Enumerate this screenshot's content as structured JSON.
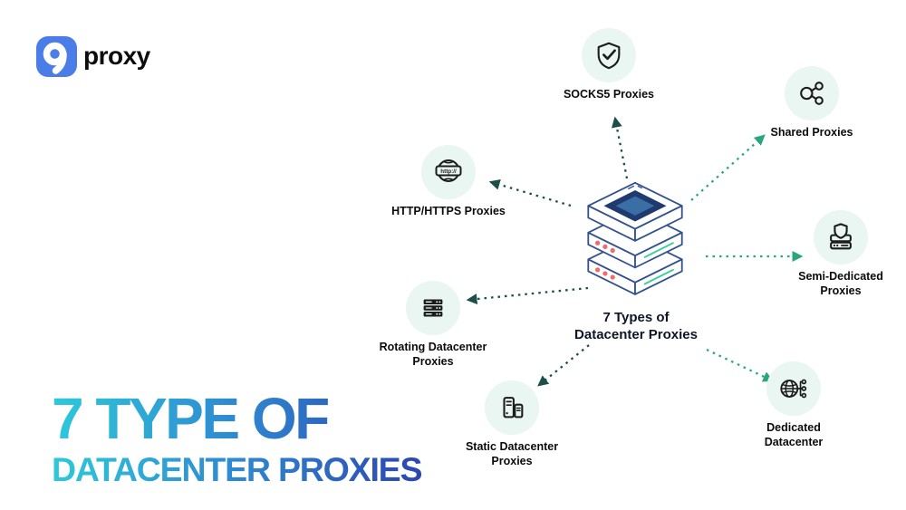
{
  "logo": {
    "brand": "proxy",
    "mark": "9"
  },
  "center": {
    "title": "7 Types of\nDatacenter Proxies"
  },
  "nodes": [
    {
      "id": "socks5-proxies",
      "label": "SOCKS5 Proxies"
    },
    {
      "id": "shared-proxies",
      "label": "Shared Proxies"
    },
    {
      "id": "semi-dedicated-proxies",
      "label": "Semi-Dedicated\nProxies"
    },
    {
      "id": "dedicated-datacenter",
      "label": "Dedicated\nDatacenter"
    },
    {
      "id": "static-datacenter-proxies",
      "label": "Static Datacenter\nProxies"
    },
    {
      "id": "rotating-datacenter-proxies",
      "label": "Rotating Datacenter\nProxies"
    },
    {
      "id": "http-https-proxies",
      "label": "HTTP/HTTPS Proxies",
      "badge": "http://"
    }
  ],
  "poster_title": {
    "line1": "7 TYPE OF",
    "line2": "DATACENTER PROXIES"
  },
  "colors": {
    "logo_blue": "#4a7de8",
    "arrow_teal": "#1c4f4a",
    "arrow_green": "#2aa67f",
    "node_bg": "#e9f6f2",
    "icon_ink": "#1c1c1c",
    "server_outline": "#33518e",
    "server_top": "#1e3a6e",
    "server_top_inner": "#3a6ea5",
    "server_dot": "#f16b6b",
    "server_green": "#3fd09f",
    "grad_start": "#2ec9da",
    "grad_mid": "#2e86d0",
    "grad_end": "#2c46b0"
  }
}
